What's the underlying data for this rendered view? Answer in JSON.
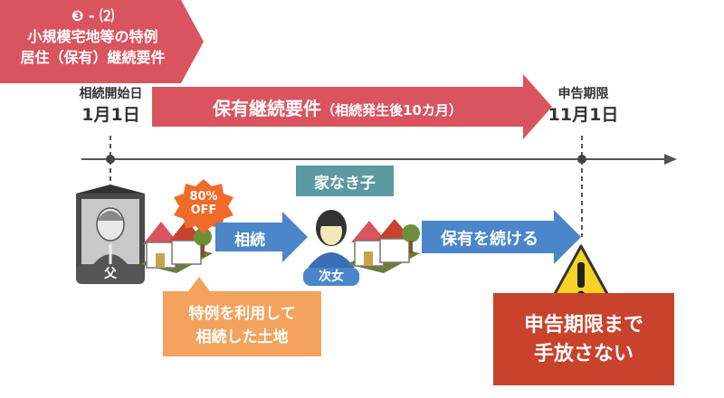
{
  "badge": {
    "number": "❸ - ⑵",
    "line1": "小規模宅地等の特例",
    "line2": "居住（保有）継続要件"
  },
  "start": {
    "label": "相続開始日",
    "date": "1月1日"
  },
  "deadline": {
    "label": "申告期限",
    "date": "11月1日"
  },
  "requirement": {
    "main": "保有継続要件",
    "sub": "（相続発生後10カ月）"
  },
  "father": {
    "label": "父"
  },
  "discount": {
    "line1": "80%",
    "line2": "OFF"
  },
  "inherit_label": "相続",
  "no_house_child": "家なき子",
  "daughter": {
    "label": "次女"
  },
  "keep_label": "保有を続ける",
  "land_note": {
    "line1": "特例を利用して",
    "line2": "相続した土地"
  },
  "warning": {
    "line1": "申告期限まで",
    "line2": "手放さない"
  },
  "colors": {
    "red": "#d9545f",
    "blue": "#4a86c9",
    "teal": "#5a9aa0",
    "orange": "#f3a35d",
    "dark_red": "#c9422b",
    "burst": "#f06a2a"
  }
}
